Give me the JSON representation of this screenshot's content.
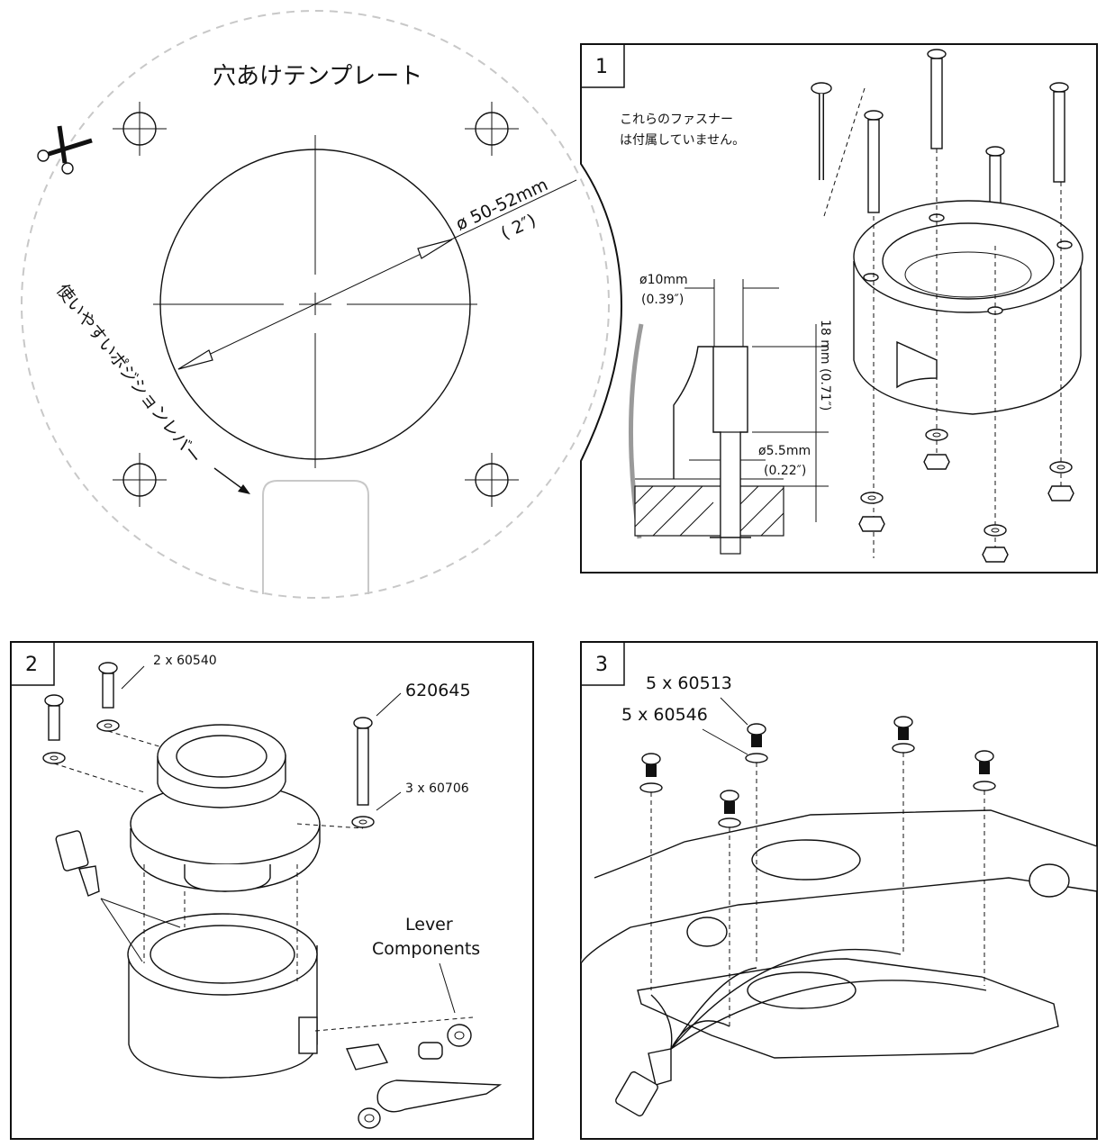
{
  "template": {
    "title": "穴あけテンプレート",
    "diameter": "ø 50-52mm",
    "diameter_in": "( 2″)",
    "lever_note": "使いやすいポジションレバー"
  },
  "step1": {
    "number": "1",
    "note_line1": "これらのファスナー",
    "note_line2": "は付属していません。",
    "hole_dia": "ø10mm",
    "hole_dia_in": "(0.39″)",
    "depth": "18 mm (0.71″)",
    "bolt_dia": "ø5.5mm",
    "bolt_dia_in": "(0.22″)"
  },
  "step2": {
    "number": "2",
    "part_a": "2 x 60540",
    "part_b": "620645",
    "part_c": "3 x 60706",
    "lever_line1": "Lever",
    "lever_line2": "Components"
  },
  "step3": {
    "number": "3",
    "part_a": "5 x 60513",
    "part_b": "5 x 60546"
  },
  "icons": [
    "scissors-icon",
    "crosshair-icon",
    "screw-icon",
    "glue-bottle-icon"
  ],
  "colors": {
    "line": "#111111",
    "dashed_cut": "#c8c8c8",
    "lever_gray": "#9a9a9a"
  }
}
